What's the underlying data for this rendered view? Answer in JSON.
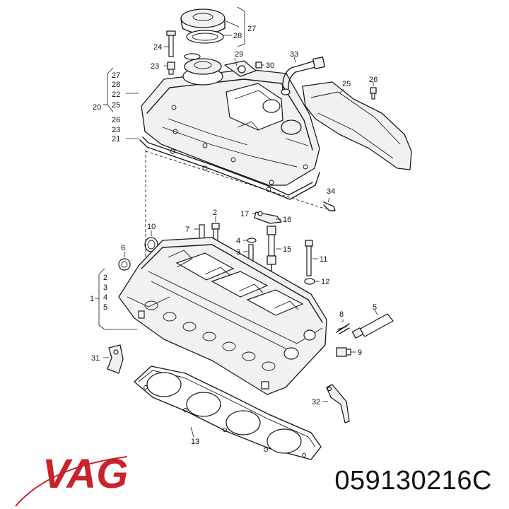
{
  "brand": {
    "name": "VAG",
    "color": "#c8232c"
  },
  "part_number": "059130216C",
  "callouts": {
    "n1": "1",
    "n2": "2",
    "n3": "3",
    "n4": "4",
    "n5": "5",
    "n6": "6",
    "n7": "7",
    "n8": "8",
    "n9": "9",
    "n10": "10",
    "n11": "11",
    "n12": "12",
    "n13": "13",
    "n15": "15",
    "n16": "16",
    "n17": "17",
    "n20": "20",
    "n21": "21",
    "n22": "22",
    "n23": "23",
    "n24": "24",
    "n25": "25",
    "n26": "26",
    "n27": "27",
    "n28": "28",
    "n29": "29",
    "n30": "30",
    "n31": "31",
    "n32": "32",
    "n33": "33",
    "n34": "34",
    "g20": [
      "27",
      "28",
      "22",
      "25",
      "26",
      "23",
      "21"
    ],
    "g1": [
      "2",
      "3",
      "4",
      "5"
    ]
  }
}
